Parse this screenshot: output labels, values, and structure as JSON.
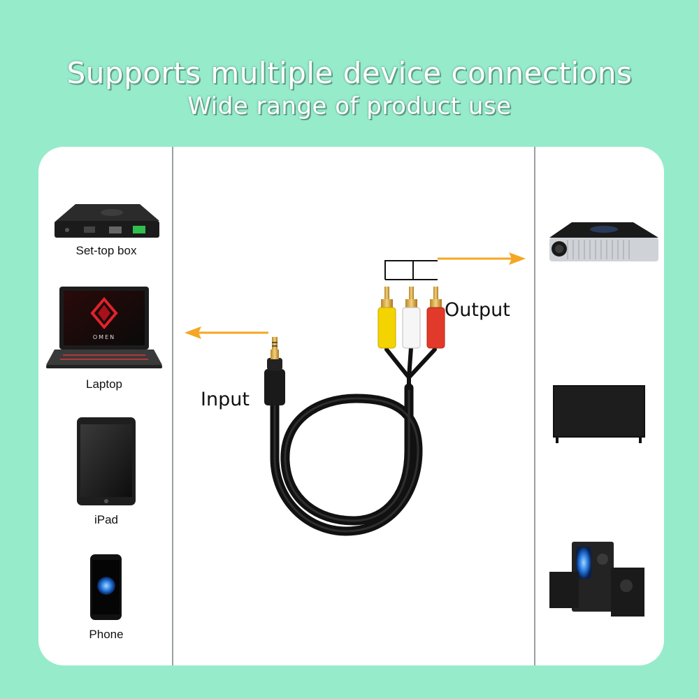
{
  "title": "Supports multiple device connections",
  "subtitle": "Wide range of product use",
  "left_devices": [
    {
      "label": "Set-top box",
      "icon": "set-top-box-icon"
    },
    {
      "label": "Laptop",
      "icon": "laptop-icon"
    },
    {
      "label": "iPad",
      "icon": "tablet-icon"
    },
    {
      "label": "Phone",
      "icon": "phone-icon"
    }
  ],
  "right_devices": [
    {
      "icon": "projector-icon"
    },
    {
      "icon": "tv-icon"
    },
    {
      "icon": "speaker-system-icon"
    }
  ],
  "cable": {
    "input_label": "Input",
    "output_label": "Output",
    "plug_colors": [
      "#f4d400",
      "#ffffff",
      "#e23a2a"
    ]
  },
  "colors": {
    "background": "#96ebcb",
    "arrow": "#f5a623",
    "cable": "#111111"
  },
  "laptop_screen_text": "OMEN"
}
